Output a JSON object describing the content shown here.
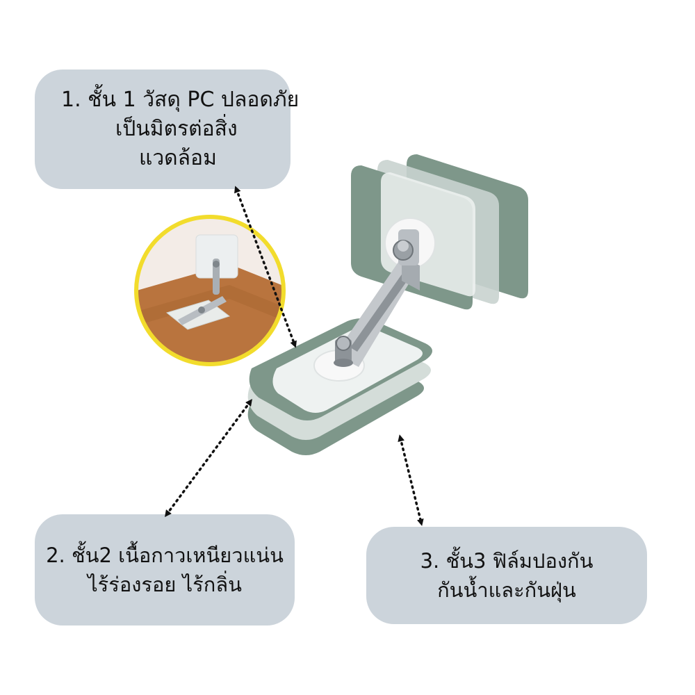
{
  "callouts": [
    {
      "lines": [
        "1. ชั้น 1 วัสดุ PC ปลอดภัย",
        "เป็นมิตรต่อสิ่ง",
        "แวดล้อม"
      ]
    },
    {
      "lines": [
        "2. ชั้น2 เนื้อกาวเหนียวแน่น",
        "ไร้ร่องรอย ไร้กลิ่น"
      ]
    },
    {
      "lines": [
        "3. ชั้น3 ฟิล์มปองกัน",
        "กันน้ำและกันฝุ่น"
      ]
    }
  ],
  "colors": {
    "callout_bg": "#ccd4db",
    "sage_layer": "#7e978a",
    "clear_layer": "#e6ecea",
    "inset_ring": "#f2dc2c",
    "floor_wood": "#b9743e",
    "metal": "#b9bec3"
  }
}
